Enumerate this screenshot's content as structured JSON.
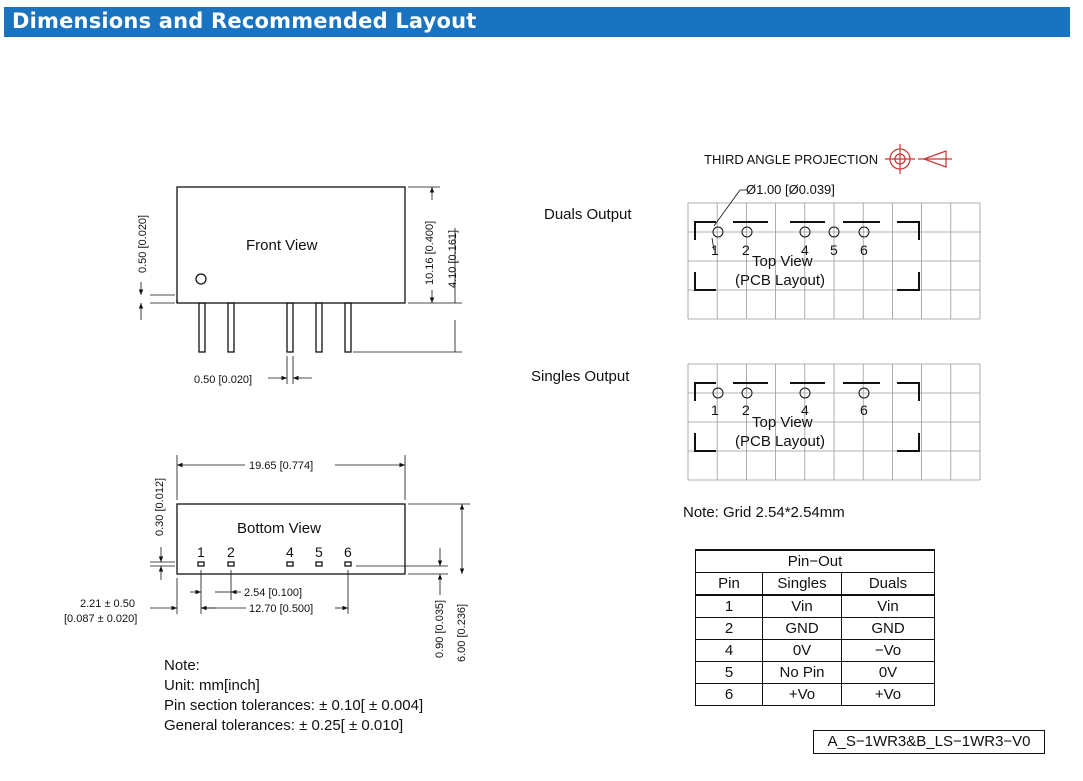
{
  "header": {
    "title": "Dimensions and Recommended Layout"
  },
  "projection": {
    "label": "THIRD ANGLE PROJECTION"
  },
  "front": {
    "title": "Front View",
    "dim_left": "0.50 [0.020]",
    "dim_height": "10.16 [0.400]",
    "dim_pin": "4.10 [0.161]",
    "dim_pin_width": "0.50 [0.020]"
  },
  "bottom": {
    "title": "Bottom View",
    "dim_length": "19.65 [0.774]",
    "dim_top": "0.30 [0.012]",
    "pins": [
      "1",
      "2",
      "4",
      "5",
      "6"
    ],
    "dim_pitch": "2.54 [0.100]",
    "dim_span": "12.70 [0.500]",
    "dim_offset_1": "2.21 ± 0.50",
    "dim_offset_2": "[0.087 ± 0.020]",
    "dim_bottom_1": "0.90 [0.035]",
    "dim_bottom_2": "6.00 [0.236]"
  },
  "notes": {
    "title": "Note:",
    "lines": [
      "Unit: mm[inch]",
      "Pin section tolerances:  ± 0.10[ ± 0.004]",
      "General tolerances:  ± 0.25[ ± 0.010]"
    ]
  },
  "duals": {
    "label": "Duals  Output",
    "hole": "Ø1.00 [Ø0.039]",
    "pins": [
      "1",
      "2",
      "4",
      "5",
      "6"
    ],
    "view_1": "Top View",
    "view_2": "(PCB Layout)"
  },
  "singles": {
    "label": "Singles  Output",
    "pins": [
      "1",
      "2",
      "4",
      "6"
    ],
    "view_1": "Top View",
    "view_2": "(PCB Layout)"
  },
  "grid_note": "Note: Grid 2.54*2.54mm",
  "pinout": {
    "title": "Pin−Out",
    "headers": [
      "Pin",
      "Singles",
      "Duals"
    ],
    "rows": [
      [
        "1",
        "Vin",
        "Vin"
      ],
      [
        "2",
        "GND",
        "GND"
      ],
      [
        "4",
        "0V",
        "−Vo"
      ],
      [
        "5",
        "No Pin",
        "0V"
      ],
      [
        "6",
        "+Vo",
        "+Vo"
      ]
    ]
  },
  "doc_code": "A_S−1WR3&B_LS−1WR3−V0"
}
